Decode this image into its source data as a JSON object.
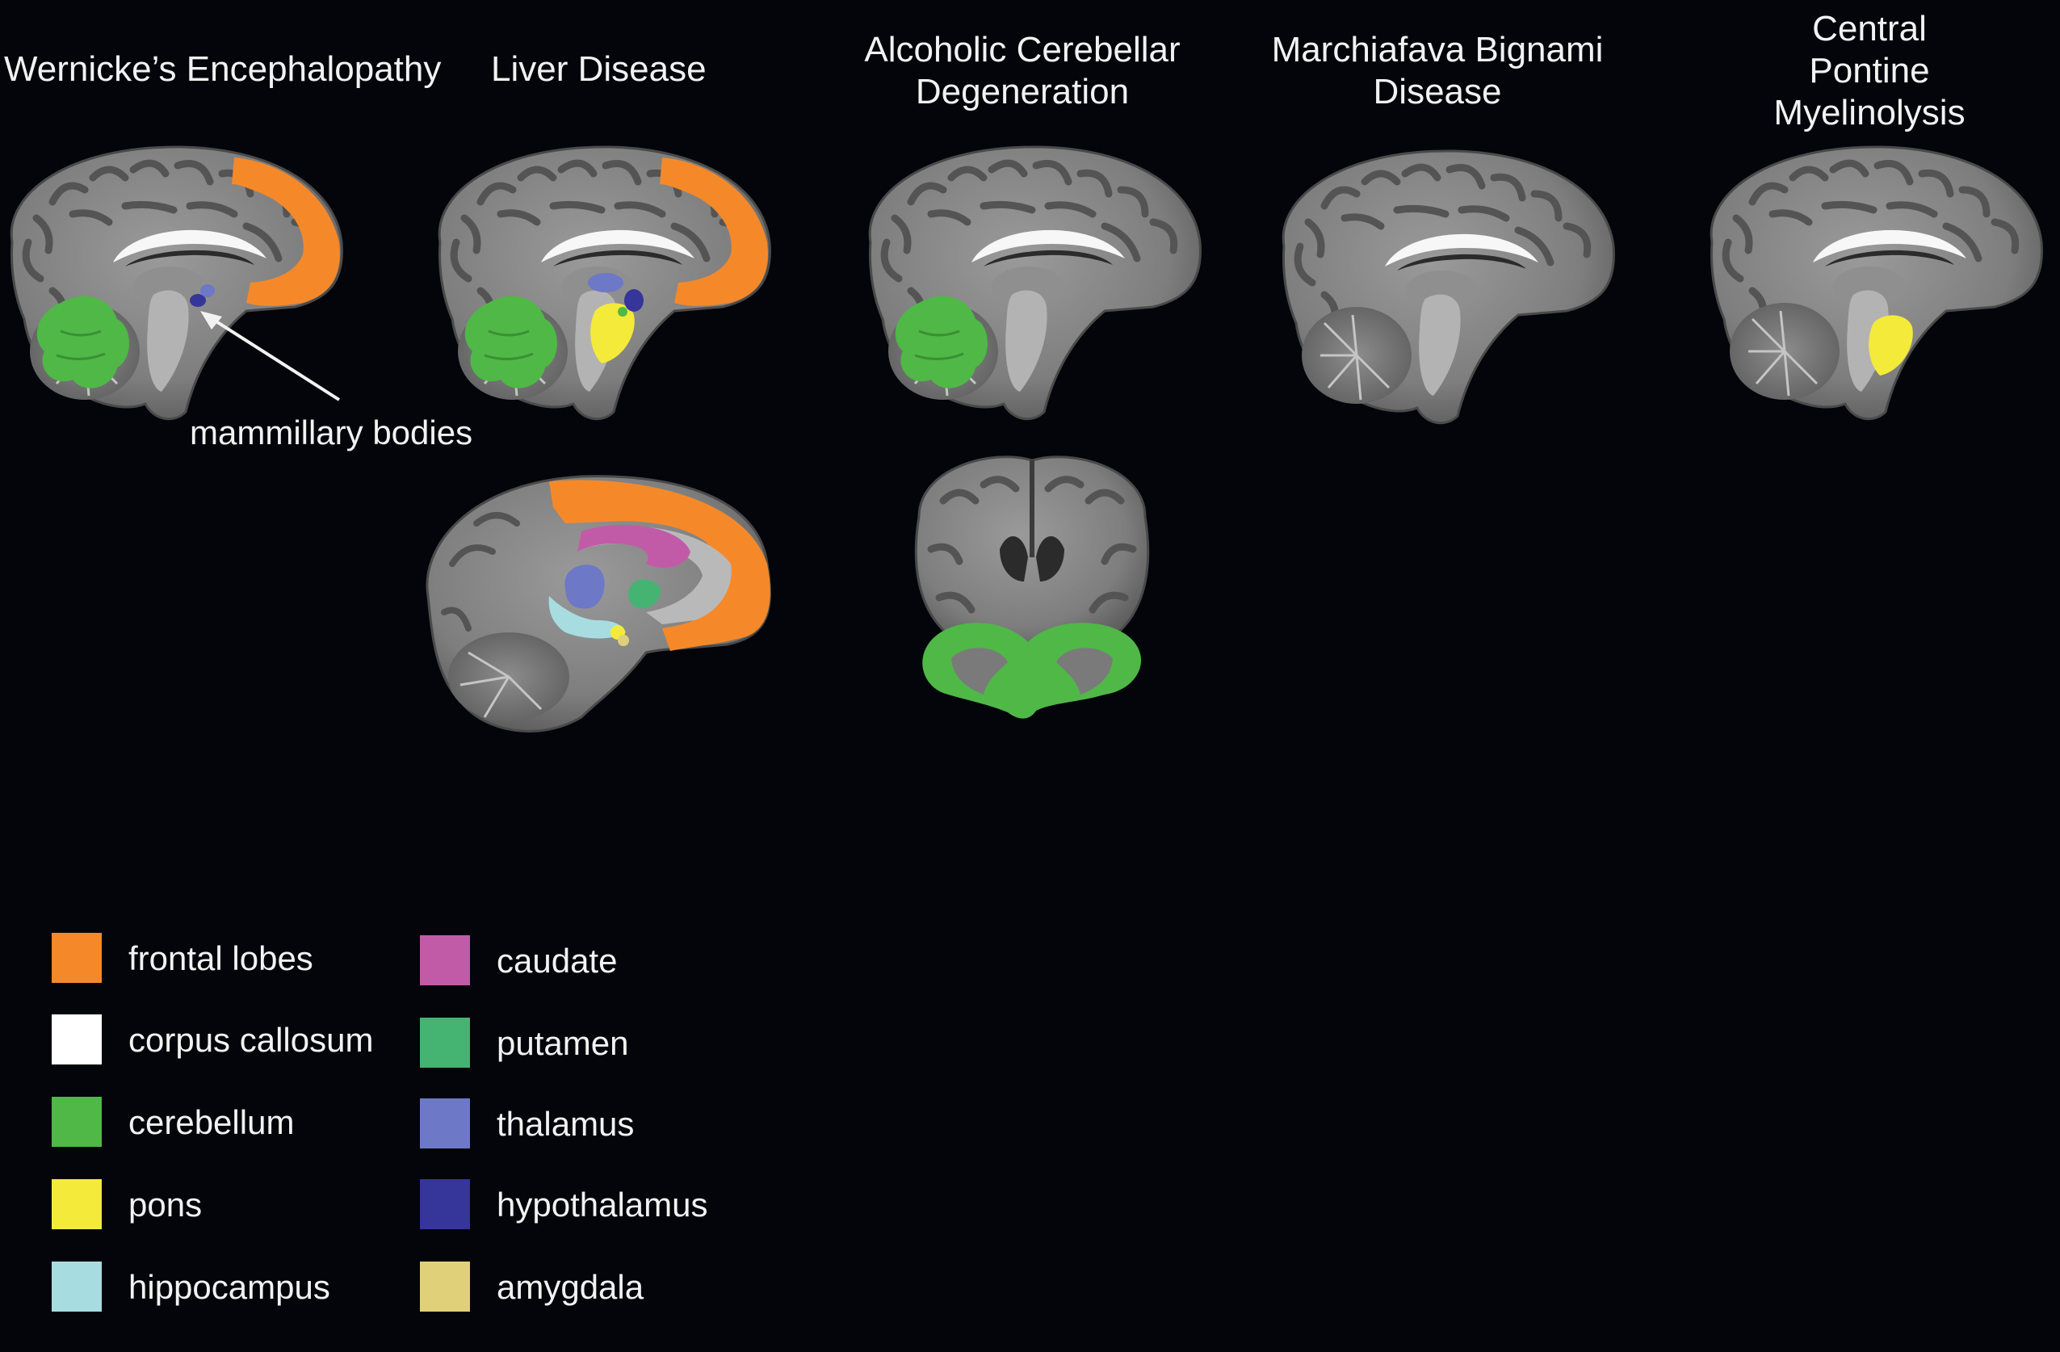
{
  "panels": [
    {
      "title_lines": [
        "Wernicke’s Encephalopathy"
      ]
    },
    {
      "title_lines": [
        "Liver Disease"
      ]
    },
    {
      "title_lines": [
        "Alcoholic Cerebellar",
        "Degeneration"
      ]
    },
    {
      "title_lines": [
        "Marchiafava Bignami",
        "Disease"
      ]
    },
    {
      "title_lines": [
        "Central",
        "Pontine",
        "Myelinolysis"
      ]
    }
  ],
  "annotation": {
    "label": "mammillary bodies"
  },
  "legend": [
    {
      "label": "frontal lobes",
      "color": "#f5892a"
    },
    {
      "label": "corpus callosum",
      "color": "#ffffff"
    },
    {
      "label": "cerebellum",
      "color": "#4fb847"
    },
    {
      "label": "pons",
      "color": "#f4ea3a"
    },
    {
      "label": "hippocampus",
      "color": "#a7dde0"
    },
    {
      "label": "caudate",
      "color": "#c15ba8"
    },
    {
      "label": "putamen",
      "color": "#45b372"
    },
    {
      "label": "thalamus",
      "color": "#6d78c6"
    },
    {
      "label": "hypothalamus",
      "color": "#36359a"
    },
    {
      "label": "amygdala",
      "color": "#e1d07a"
    }
  ],
  "colors": {
    "background": "#03050a",
    "brain_gray": "#8a8a8a",
    "gyri": "#5c5c5c",
    "ventricle": "#2b2b2b"
  },
  "icons": {
    "annotation_pointer": "arrow-icon"
  }
}
